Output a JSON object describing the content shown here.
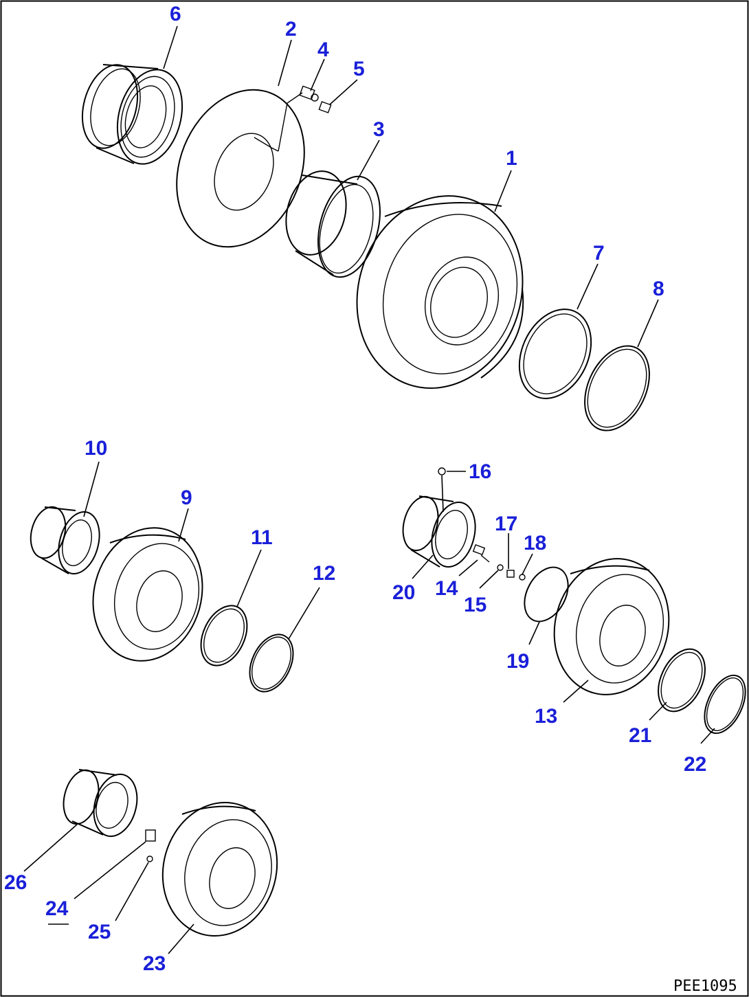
{
  "diagram": {
    "drawing_code": "PEE1095",
    "callouts": [
      {
        "id": "1",
        "text": "1"
      },
      {
        "id": "2",
        "text": "2"
      },
      {
        "id": "3",
        "text": "3"
      },
      {
        "id": "4",
        "text": "4"
      },
      {
        "id": "5",
        "text": "5"
      },
      {
        "id": "6",
        "text": "6"
      },
      {
        "id": "7",
        "text": "7"
      },
      {
        "id": "8",
        "text": "8"
      },
      {
        "id": "9",
        "text": "9"
      },
      {
        "id": "10",
        "text": "10"
      },
      {
        "id": "11",
        "text": "11"
      },
      {
        "id": "12",
        "text": "12"
      },
      {
        "id": "13",
        "text": "13"
      },
      {
        "id": "14",
        "text": "14"
      },
      {
        "id": "15",
        "text": "15"
      },
      {
        "id": "16",
        "text": "16"
      },
      {
        "id": "17",
        "text": "17"
      },
      {
        "id": "18",
        "text": "18"
      },
      {
        "id": "19",
        "text": "19"
      },
      {
        "id": "20",
        "text": "20"
      },
      {
        "id": "21",
        "text": "21"
      },
      {
        "id": "22",
        "text": "22"
      },
      {
        "id": "23",
        "text": "23"
      },
      {
        "id": "24",
        "text": "24"
      },
      {
        "id": "25",
        "text": "25"
      },
      {
        "id": "26",
        "text": "26"
      }
    ]
  }
}
